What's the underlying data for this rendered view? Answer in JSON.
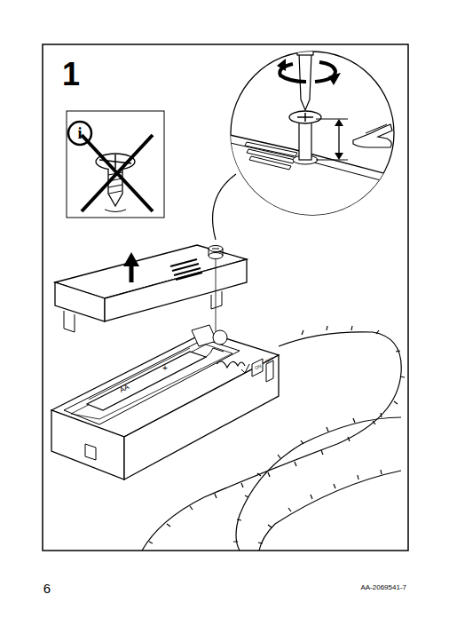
{
  "diagram": {
    "labels": [
      "1",
      "i",
      "AA",
      "+",
      "ON",
      "OFF",
      "6",
      "AA-2069541-7"
    ]
  }
}
